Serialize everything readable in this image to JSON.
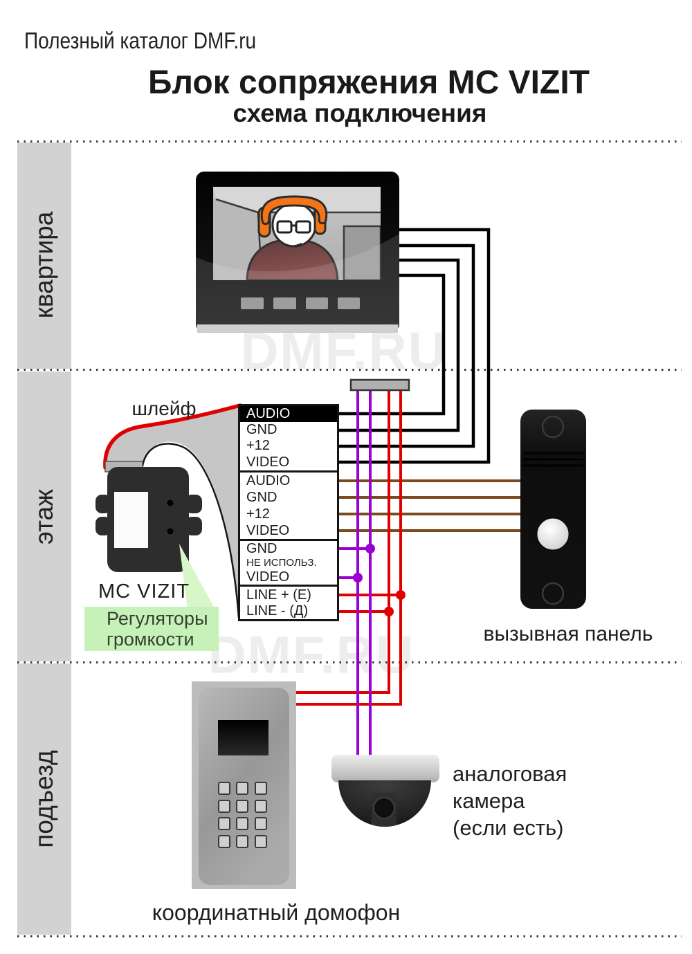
{
  "header": {
    "brand": "Полезный каталог DMF.ru",
    "title": "Блок сопряжения MC VIZIT",
    "subtitle": "схема подключения"
  },
  "zones": [
    "квартира",
    "этаж",
    "подъезд"
  ],
  "watermark": {
    "text": "DMF.RU"
  },
  "terminal": {
    "sections": [
      {
        "rows": [
          "AUDIO",
          "GND",
          "+12",
          "VIDEO"
        ]
      },
      {
        "rows": [
          "AUDIO",
          "GND",
          "+12",
          "VIDEO"
        ]
      },
      {
        "rows": [
          "GND",
          "НЕ ИСПОЛЬЗ.",
          "VIDEO"
        ]
      },
      {
        "rows": [
          "LINE + (Е)",
          "LINE - (Д)"
        ]
      }
    ]
  },
  "labels": {
    "ribbon": "шлейф",
    "device": "MC VIZIT",
    "volume1": "Регуляторы",
    "volume2": "громкости",
    "panel": "вызывная панель",
    "intercom": "координатный домофон",
    "camera1": "аналоговая",
    "camera2": "камера",
    "camera3": "(если есть)"
  },
  "colors": {
    "wire_black": "#000000",
    "wire_brown": "#7c4a1f",
    "wire_red": "#e10000",
    "wire_purple": "#9a00d2",
    "band": "#d2d2d2",
    "ribbon": "#c6c6c6",
    "green_box": "#c6f2ba",
    "green_pointer": "#d8f7c9",
    "watermark": "#ededed",
    "hat_orange": "#f47517"
  }
}
